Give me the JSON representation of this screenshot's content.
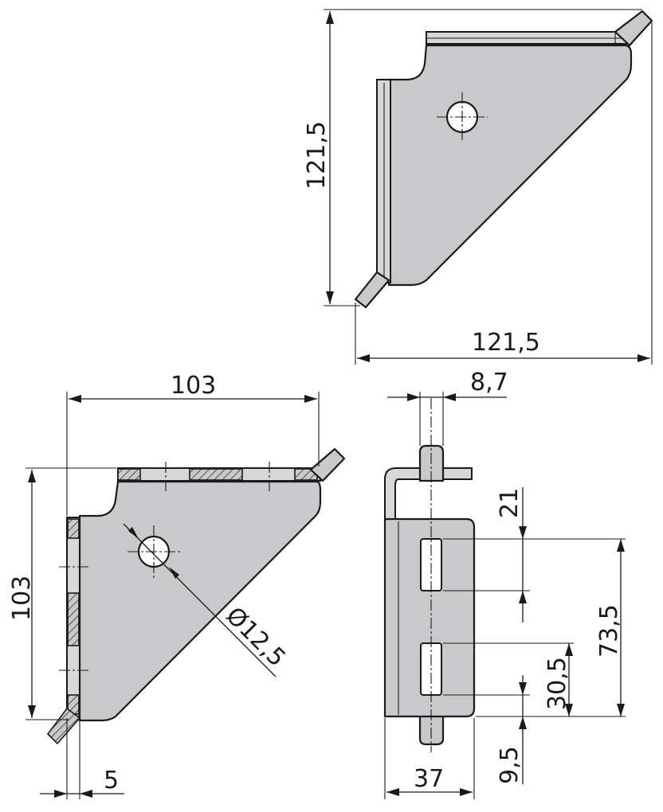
{
  "dimensions": {
    "top_view_height": "121,5",
    "top_view_width": "121,5",
    "front_view_width": "103",
    "front_view_height": "103",
    "flange_thickness": "5",
    "hole_diameter": "Ø12,5",
    "side_offset": "8,7",
    "slot_length": "21",
    "slot_spacing": "73,5",
    "slot_gap": "30,5",
    "bottom_offset": "9,5",
    "side_width": "37"
  }
}
